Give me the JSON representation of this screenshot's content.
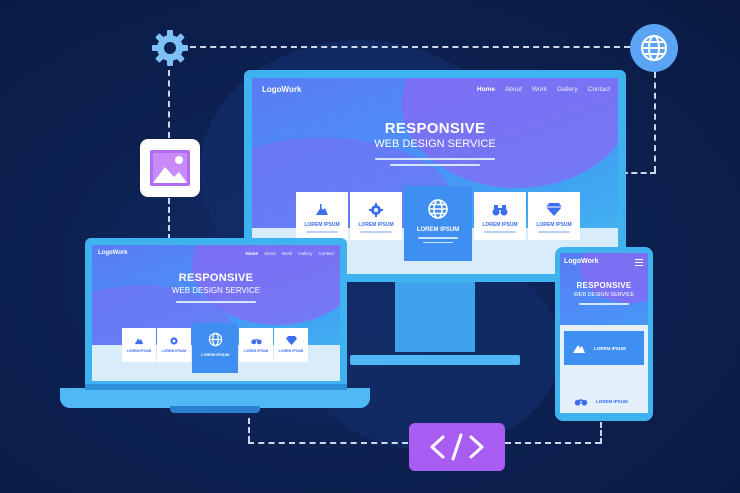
{
  "colors": {
    "background": "#0c1f4d",
    "accent": "#3f8ef2",
    "purple": "#a95cf2",
    "cyan": "#4fb8f5"
  },
  "site": {
    "logo": "LogoWork",
    "nav": [
      "Home",
      "About",
      "Work",
      "Gallery",
      "Contact"
    ],
    "title": "RESPONSIVE",
    "subtitle": "WEB DESIGN SERVICE",
    "card_label": "LOREM IPSUM"
  },
  "cards": [
    {
      "icon": "mountain-icon",
      "label": "LOREM IPSUM"
    },
    {
      "icon": "gear-icon",
      "label": "LOREM IPSUM"
    },
    {
      "icon": "globe-icon",
      "label": "LOREM IPSUM",
      "active": true
    },
    {
      "icon": "binoculars-icon",
      "label": "LOREM IPSUM"
    },
    {
      "icon": "diamond-icon",
      "label": "LOREM IPSUM"
    }
  ],
  "phone_cards": [
    {
      "icon": "mountain-icon",
      "label": "LOREM IPSUM"
    },
    {
      "icon": "binoculars-icon",
      "label": "LOREM IPSUM"
    }
  ],
  "floating_icons": [
    "gear-icon",
    "globe-icon",
    "image-icon",
    "code-icon"
  ]
}
